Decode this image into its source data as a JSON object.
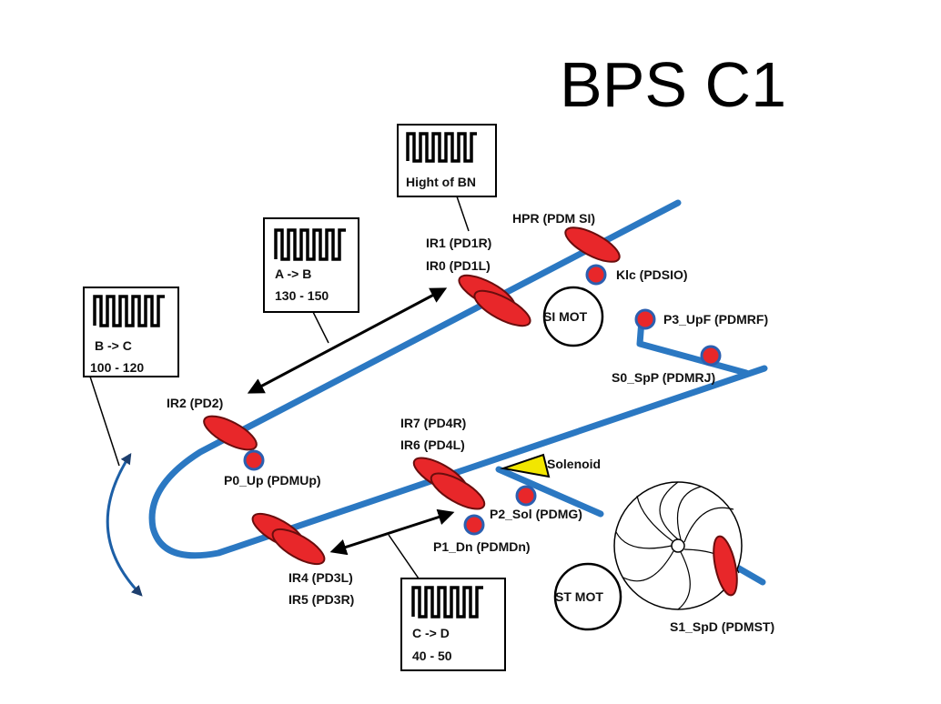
{
  "title": "BPS C1",
  "boxes": {
    "hight": {
      "label": "Hight of BN"
    },
    "ab": {
      "label": "A -> B",
      "range": "130 - 150"
    },
    "bc": {
      "label": "B -> C",
      "range": "100 - 120"
    },
    "cd": {
      "label": "C -> D",
      "range": "40 - 50"
    }
  },
  "labels": {
    "hpr": "HPR (PDM SI)",
    "ir1": "IR1 (PD1R)",
    "ir0": "IR0 (PD1L)",
    "klc": "Klc (PDSIO)",
    "si_mot": "SI MOT",
    "p3": "P3_UpF (PDMRF)",
    "s0": "S0_SpP (PDMRJ)",
    "ir2": "IR2 (PD2)",
    "p0": "P0_Up (PDMUp)",
    "ir7": "IR7 (PD4R)",
    "ir6": "IR6 (PD4L)",
    "solenoid": "Solenoid",
    "p2": "P2_Sol (PDMG)",
    "p1": "P1_Dn (PDMDn)",
    "ir4": "IR4 (PD3L)",
    "ir5": "IR5 (PD3R)",
    "st_mot": "ST MOT",
    "s1": "S1_SpD (PDMST)"
  },
  "colors": {
    "track": "#2b78c2",
    "sensor": "#e8272a",
    "solenoid": "#f2e600",
    "curve_arrow": "#1d5fa6"
  }
}
